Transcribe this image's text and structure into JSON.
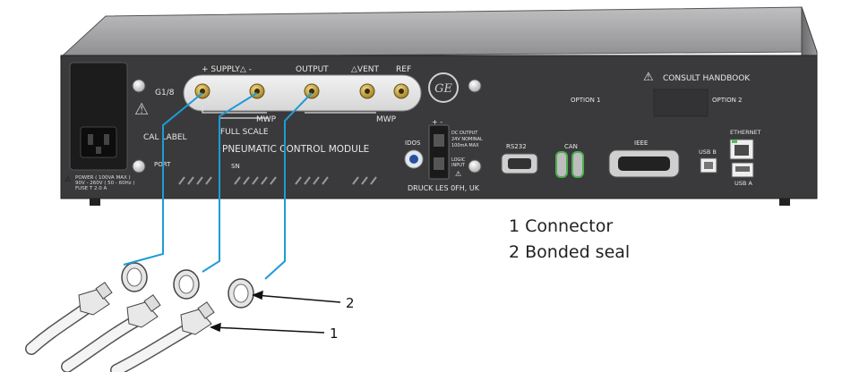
{
  "panel": {
    "g18": "G1/8",
    "supply": "+ SUPPLY△ -",
    "output": "OUTPUT",
    "vent": "△VENT",
    "ref": "REF",
    "mwp_left": "MWP",
    "mwp_right": "MWP",
    "full_scale": "FULL  SCALE",
    "cal_label": "CAL LABEL",
    "port": "PORT",
    "sn": "SN",
    "module_title": "PNEUMATIC CONTROL MODULE",
    "idos": "IDOS",
    "dc_output": "DC OUTPUT",
    "dc_spec1": "24V NOMINAL",
    "dc_spec2": "100mA MAX",
    "logic_input": "LOGIC",
    "logic_input2": "INPUT",
    "druck": "DRUCK  LES 0FH, UK",
    "consult": "CONSULT HANDBOOK",
    "option1": "OPTION 1",
    "option2": "OPTION 2",
    "rs232": "RS232",
    "can": "CAN",
    "ieee": "IEEE",
    "usb_b": "USB B",
    "ethernet": "ETHERNET",
    "usb_a": "USB A",
    "power1": "POWER ( 100VA MAX )",
    "power2": "90V - 260V ( 50 - 60Hz )",
    "power3": "FUSE T 2.0 A"
  },
  "legend": {
    "item1": "1 Connector",
    "item2": "2 Bonded seal"
  },
  "callouts": {
    "one": "1",
    "two": "2"
  },
  "colors": {
    "leader": "#1f9bd6",
    "panel": "#3a3a3c",
    "brass": "#c8a44a"
  }
}
